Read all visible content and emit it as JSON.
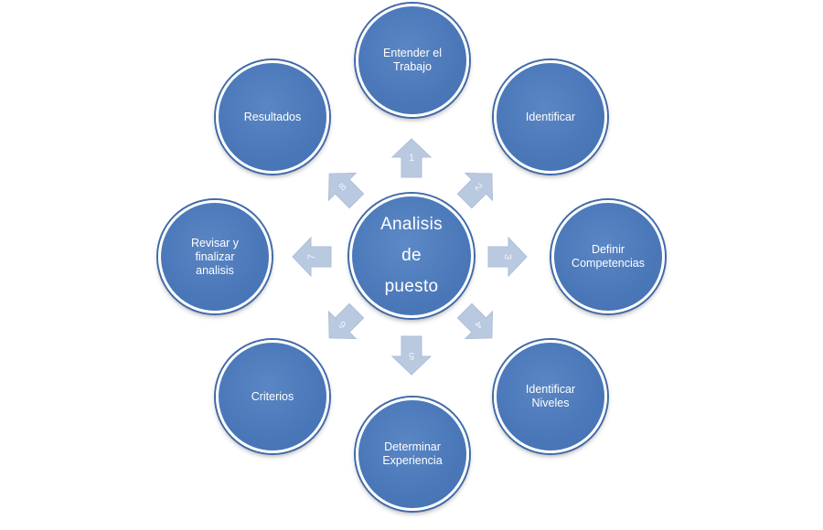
{
  "colors": {
    "node_fill": "#4a77b8",
    "node_border": "#ffffff",
    "arrow_fill": "#b9c9e0",
    "background": "#ffffff"
  },
  "center": {
    "label": "Analisis\nde\npuesto"
  },
  "steps": [
    {
      "number": "1",
      "label": "Entender el\nTrabajo"
    },
    {
      "number": "2",
      "label": "Identificar"
    },
    {
      "number": "3",
      "label": "Definir\nCompetencias"
    },
    {
      "number": "4",
      "label": "Identificar\nNiveles"
    },
    {
      "number": "5",
      "label": "Determinar\nExperiencia"
    },
    {
      "number": "6",
      "label": "Criterios"
    },
    {
      "number": "7",
      "label": "Revisar y\nfinalizar\nanalisis"
    },
    {
      "number": "8",
      "label": "Resultados"
    }
  ]
}
